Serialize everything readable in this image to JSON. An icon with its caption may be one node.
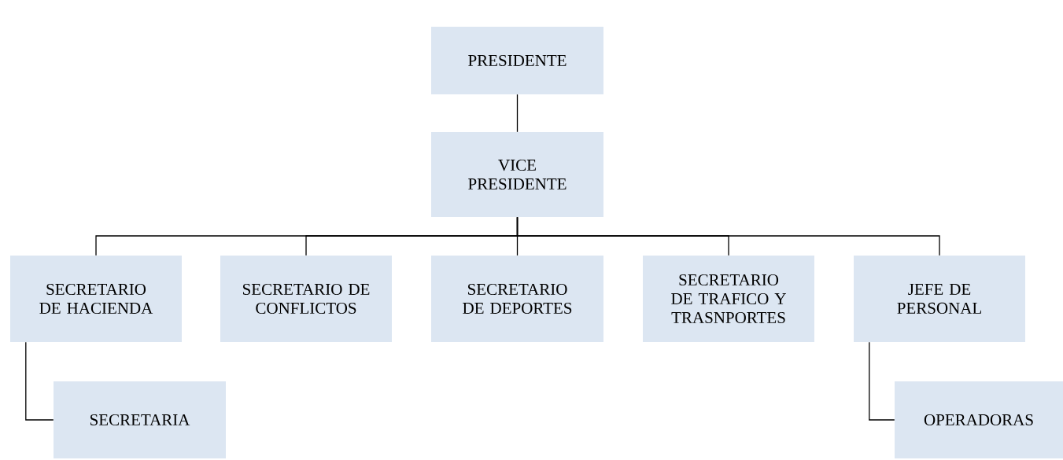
{
  "diagram": {
    "nodes": [
      {
        "text": [
          "PRESIDENTE"
        ]
      },
      {
        "text": [
          "VICE PRESIDENTE"
        ]
      },
      {
        "text": [
          "SECRETARIO DE HACIENDA"
        ]
      },
      {
        "text": [
          "SECRETARIO DE CONFLICTOS"
        ]
      },
      {
        "text": [
          "SECRETARIO DE DEPORTES"
        ]
      },
      {
        "text": [
          "SECRETARIO DE TRAFICO Y TRASNPORTES"
        ]
      },
      {
        "text": [
          "JEFE DE PERSONAL"
        ]
      },
      {
        "text": [
          "SECRETARIA"
        ]
      },
      {
        "text": [
          "OPERADORAS"
        ]
      }
    ],
    "edges": [
      {
        "from": 0,
        "to": 1,
        "arrow": "none"
      },
      {
        "from": 1,
        "to": 2,
        "arrow": "none"
      },
      {
        "from": 1,
        "to": 3,
        "arrow": "none"
      },
      {
        "from": 1,
        "to": 4,
        "arrow": "none"
      },
      {
        "from": 1,
        "to": 5,
        "arrow": "none"
      },
      {
        "from": 1,
        "to": 6,
        "arrow": "none"
      },
      {
        "from": 2,
        "to": 7,
        "arrow": "none"
      },
      {
        "from": 6,
        "to": 8,
        "arrow": "none"
      }
    ]
  }
}
